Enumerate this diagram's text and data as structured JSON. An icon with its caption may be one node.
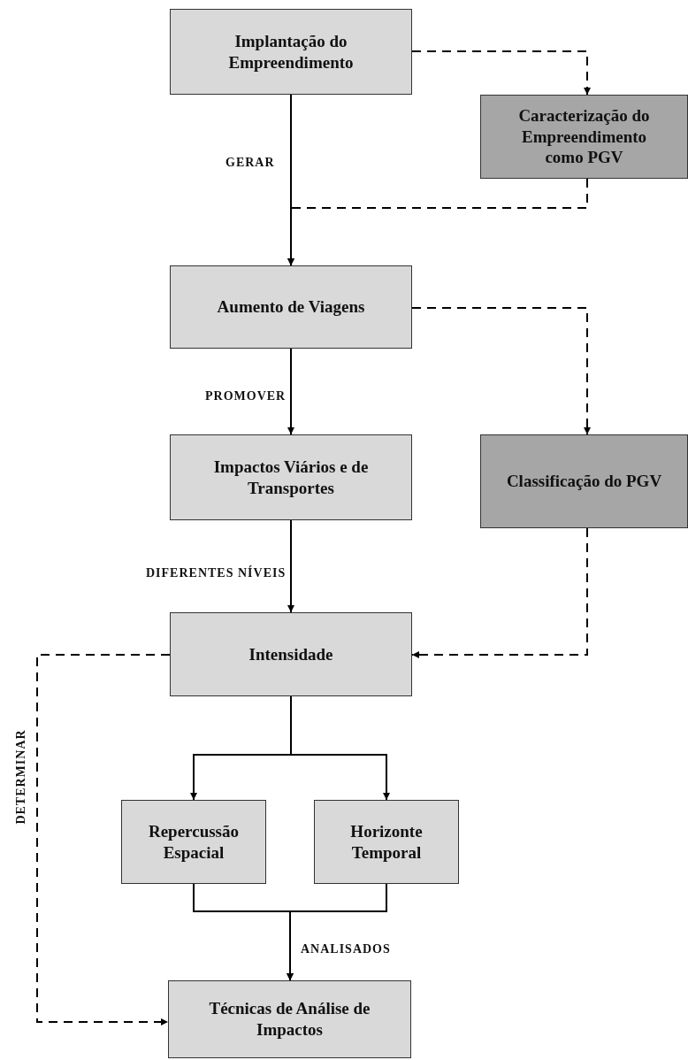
{
  "diagram": {
    "nodes": [
      {
        "text": [
          "Implantação do Empreendimento"
        ]
      },
      {
        "text": [
          "Caracterização do Empreendimento como PGV"
        ]
      },
      {
        "text": [
          "Aumento de Viagens"
        ]
      },
      {
        "text": [
          "Impactos Viários e de Transportes"
        ]
      },
      {
        "text": [
          "Classificação do PGV"
        ]
      },
      {
        "text": [
          "Intensidade"
        ]
      },
      {
        "text": [
          "Repercussão Espacial"
        ]
      },
      {
        "text": [
          "Horizonte Temporal"
        ]
      },
      {
        "text": [
          "Técnicas de Análise de Impactos"
        ]
      }
    ],
    "edges": [
      {
        "from": 0,
        "to": 2,
        "arrow": "to",
        "label": "GERAR"
      },
      {
        "from": 0,
        "to": 1,
        "arrow": "to",
        "style": "dashed"
      },
      {
        "from": 1,
        "to": 2,
        "arrow": "to",
        "style": "dashed"
      },
      {
        "from": 2,
        "to": 3,
        "arrow": "to",
        "label": "PROMOVER"
      },
      {
        "from": 2,
        "to": 4,
        "arrow": "to",
        "style": "dashed"
      },
      {
        "from": 3,
        "to": 5,
        "arrow": "to",
        "label": "DIFERENTES NÍVEIS"
      },
      {
        "from": 4,
        "to": 5,
        "arrow": "to",
        "style": "dashed"
      },
      {
        "from": 5,
        "to": 6,
        "arrow": "to"
      },
      {
        "from": 5,
        "to": 7,
        "arrow": "to"
      },
      {
        "from": 6,
        "to": 8,
        "arrow": "to",
        "label": "ANALISADOS"
      },
      {
        "from": 7,
        "to": 8,
        "arrow": "to"
      },
      {
        "from": 5,
        "to": 8,
        "arrow": "to",
        "style": "dashed",
        "label": "DETERMINAR"
      }
    ]
  }
}
